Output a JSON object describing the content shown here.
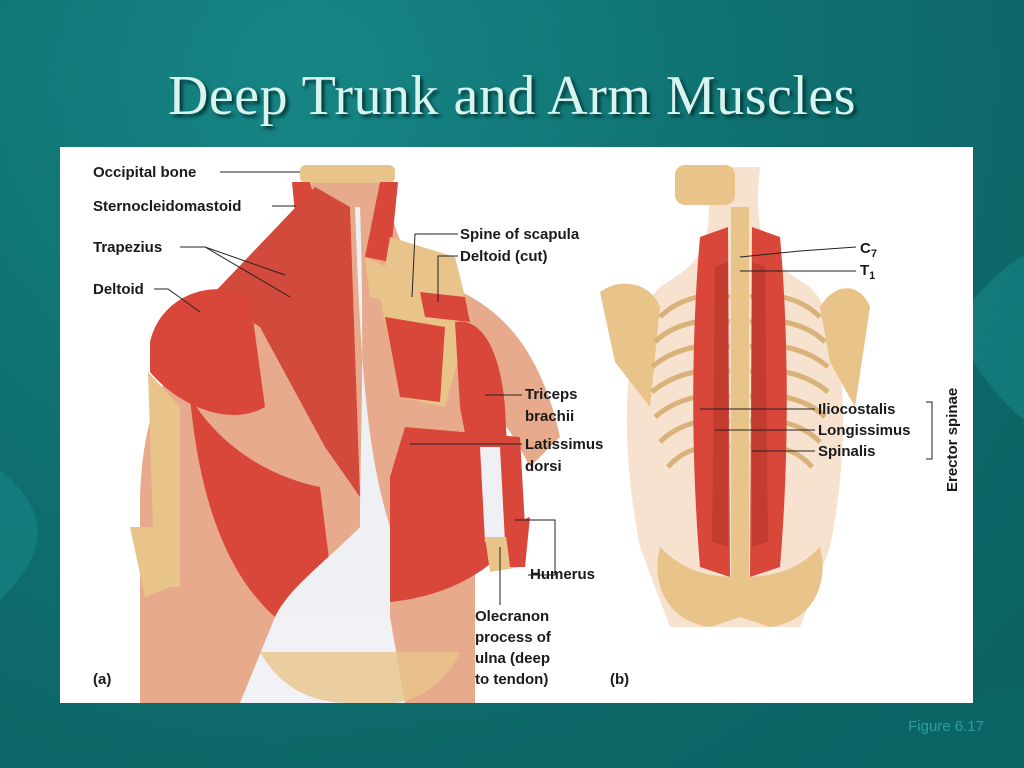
{
  "slide": {
    "title": "Deep Trunk and Arm Muscles",
    "caption": "Figure 6.17"
  },
  "figure_a": {
    "panel_label": "(a)",
    "labels": {
      "occipital_bone": "Occipital bone",
      "sternocleidomastoid": "Sternocleidomastoid",
      "trapezius": "Trapezius",
      "deltoid": "Deltoid",
      "spine_of_scapula": "Spine of scapula",
      "deltoid_cut": "Deltoid (cut)",
      "triceps_1": "Triceps",
      "triceps_2": "brachii",
      "latissimus_1": "Latissimus",
      "latissimus_2": "dorsi",
      "humerus": "Humerus",
      "olecranon_1": "Olecranon",
      "olecranon_2": "process of",
      "olecranon_3": "ulna (deep",
      "olecranon_4": "to tendon)"
    }
  },
  "figure_b": {
    "panel_label": "(b)",
    "labels": {
      "c7_base": "C",
      "c7_sub": "7",
      "t1_base": "T",
      "t1_sub": "1",
      "iliocostalis": "Iliocostalis",
      "longissimus": "Longissimus",
      "spinalis": "Spinalis",
      "erector_spinae": "Erector spinae"
    }
  },
  "colors": {
    "background": "#0f7070",
    "title_text": "#d8f4ef",
    "caption_text": "#2a9ea0",
    "muscle": "#d9473a",
    "bone": "#e8c48a"
  }
}
